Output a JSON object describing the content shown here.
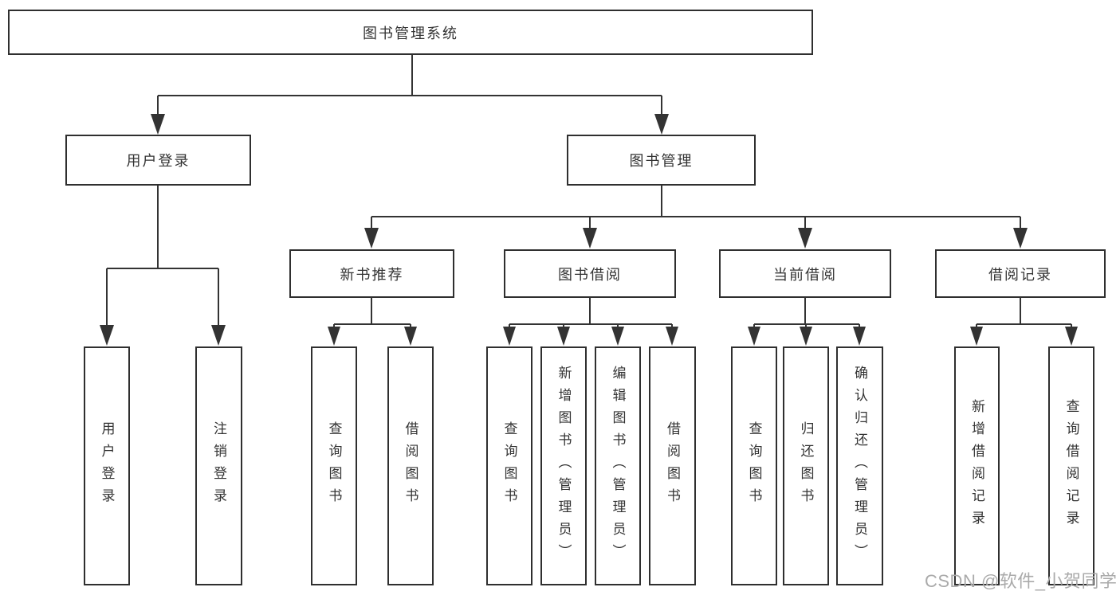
{
  "tree": {
    "root": {
      "label": "图书管理系统",
      "children": [
        {
          "label": "用户登录",
          "children": [
            {
              "label": "用户登录"
            },
            {
              "label": "注销登录"
            }
          ]
        },
        {
          "label": "图书管理",
          "children": [
            {
              "label": "新书推荐",
              "children": [
                {
                  "label": "查询图书"
                },
                {
                  "label": "借阅图书"
                }
              ]
            },
            {
              "label": "图书借阅",
              "children": [
                {
                  "label": "查询图书"
                },
                {
                  "label": "新增图书（管理员）"
                },
                {
                  "label": "编辑图书（管理员）"
                },
                {
                  "label": "借阅图书"
                }
              ]
            },
            {
              "label": "当前借阅",
              "children": [
                {
                  "label": "查询图书"
                },
                {
                  "label": "归还图书"
                },
                {
                  "label": "确认归还（管理员）"
                }
              ]
            },
            {
              "label": "借阅记录",
              "children": [
                {
                  "label": "新增借阅记录"
                },
                {
                  "label": "查询借阅记录"
                }
              ]
            }
          ]
        }
      ]
    }
  },
  "watermark": {
    "text": "CSDN @软件_小贺同学"
  },
  "colors": {
    "line": "#333333",
    "border": "#2f2f2f",
    "text": "#333333",
    "box_fill": "#ffffff",
    "watermark": "#aaaaaa"
  }
}
